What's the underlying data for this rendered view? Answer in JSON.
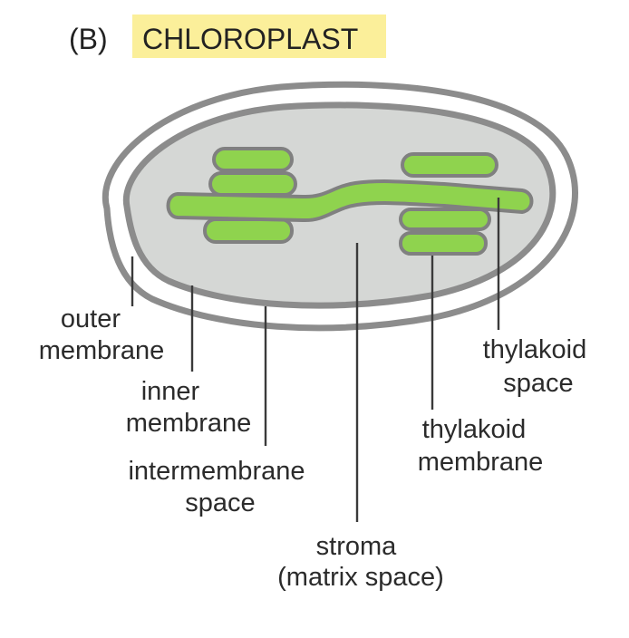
{
  "panel": {
    "letter": "(B)",
    "title": "CHLOROPLAST"
  },
  "colors": {
    "title_highlight": "#fbef9a",
    "stroma": "#d5d7d5",
    "thylakoid_fill": "#8fd34e",
    "membrane_stroke": "#8c8c8c"
  },
  "labels": {
    "outer_membrane": [
      "outer",
      "membrane"
    ],
    "inner_membrane": [
      "inner",
      "membrane"
    ],
    "intermembrane_space": [
      "intermembrane",
      "space"
    ],
    "stroma": [
      "stroma",
      "(matrix space)"
    ],
    "thylakoid_membrane": [
      "thylakoid",
      "membrane"
    ],
    "thylakoid_space": [
      "thylakoid",
      "space"
    ]
  }
}
